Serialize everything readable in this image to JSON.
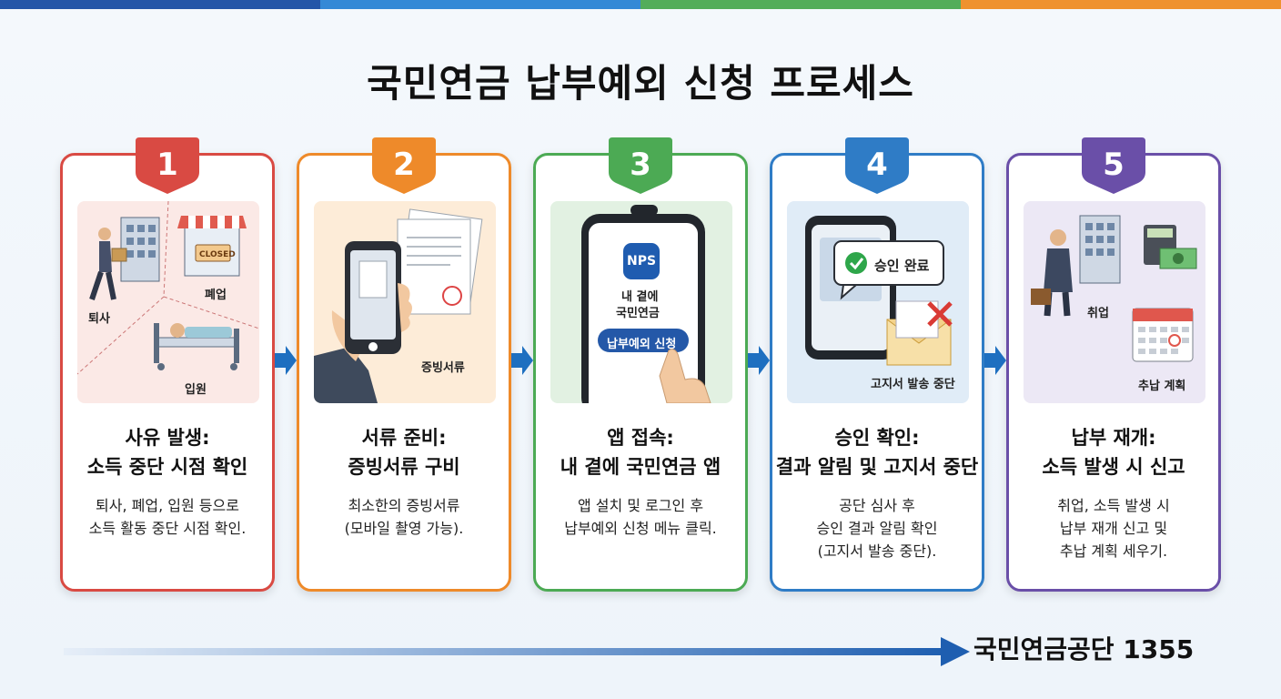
{
  "title": "국민연금 납부예외 신청 프로세스",
  "colors": {
    "step1": "#d94a43",
    "step2": "#ee8a2a",
    "step3": "#4caa54",
    "step4": "#2f7cc6",
    "step5": "#6a4fa8",
    "arrow": "#1e6fc0",
    "topbar": [
      "#2456a8",
      "#3489d6",
      "#53ad5a",
      "#ef922f"
    ]
  },
  "steps": [
    {
      "number": "1",
      "heading_line1": "사유 발생:",
      "heading_line2": "소득 중단 시점 확인",
      "desc_line1": "퇴사, 폐업, 입원 등으로",
      "desc_line2": "소득 활동 중단 시점 확인.",
      "desc_line3": "",
      "labels": {
        "resign": "퇴사",
        "closure": "폐업",
        "hospital": "입원",
        "sign": "CLOSED"
      }
    },
    {
      "number": "2",
      "heading_line1": "서류 준비:",
      "heading_line2": "증빙서류 구비",
      "desc_line1": "최소한의 증빙서류",
      "desc_line2": "(모바일 촬영 가능).",
      "desc_line3": "",
      "labels": {
        "docs": "증빙서류"
      }
    },
    {
      "number": "3",
      "heading_line1": "앱 접속:",
      "heading_line2": "내 곁에 국민연금 앱",
      "desc_line1": "앱 설치 및 로그인 후",
      "desc_line2": "납부예외 신청 메뉴 클릭.",
      "desc_line3": "",
      "labels": {
        "logo": "NPS",
        "app_name_1": "내 곁에",
        "app_name_2": "국민연금",
        "menu_button": "납부예외 신청"
      }
    },
    {
      "number": "4",
      "heading_line1": "승인 확인:",
      "heading_line2": "결과 알림 및 고지서 중단",
      "desc_line1": "공단 심사 후",
      "desc_line2": "승인 결과 알림 확인",
      "desc_line3": "(고지서 발송 중단).",
      "labels": {
        "approved": "승인 완료",
        "stopped": "고지서 발송 중단"
      }
    },
    {
      "number": "5",
      "heading_line1": "납부 재개:",
      "heading_line2": "소득 발생 시 신고",
      "desc_line1": "취업, 소득 발생 시",
      "desc_line2": "납부 재개 신고 및",
      "desc_line3": "추납 계획 세우기.",
      "labels": {
        "employment": "취업",
        "plan": "추납 계획"
      }
    }
  ],
  "footer": {
    "hotline": "국민연금공단 1355"
  }
}
